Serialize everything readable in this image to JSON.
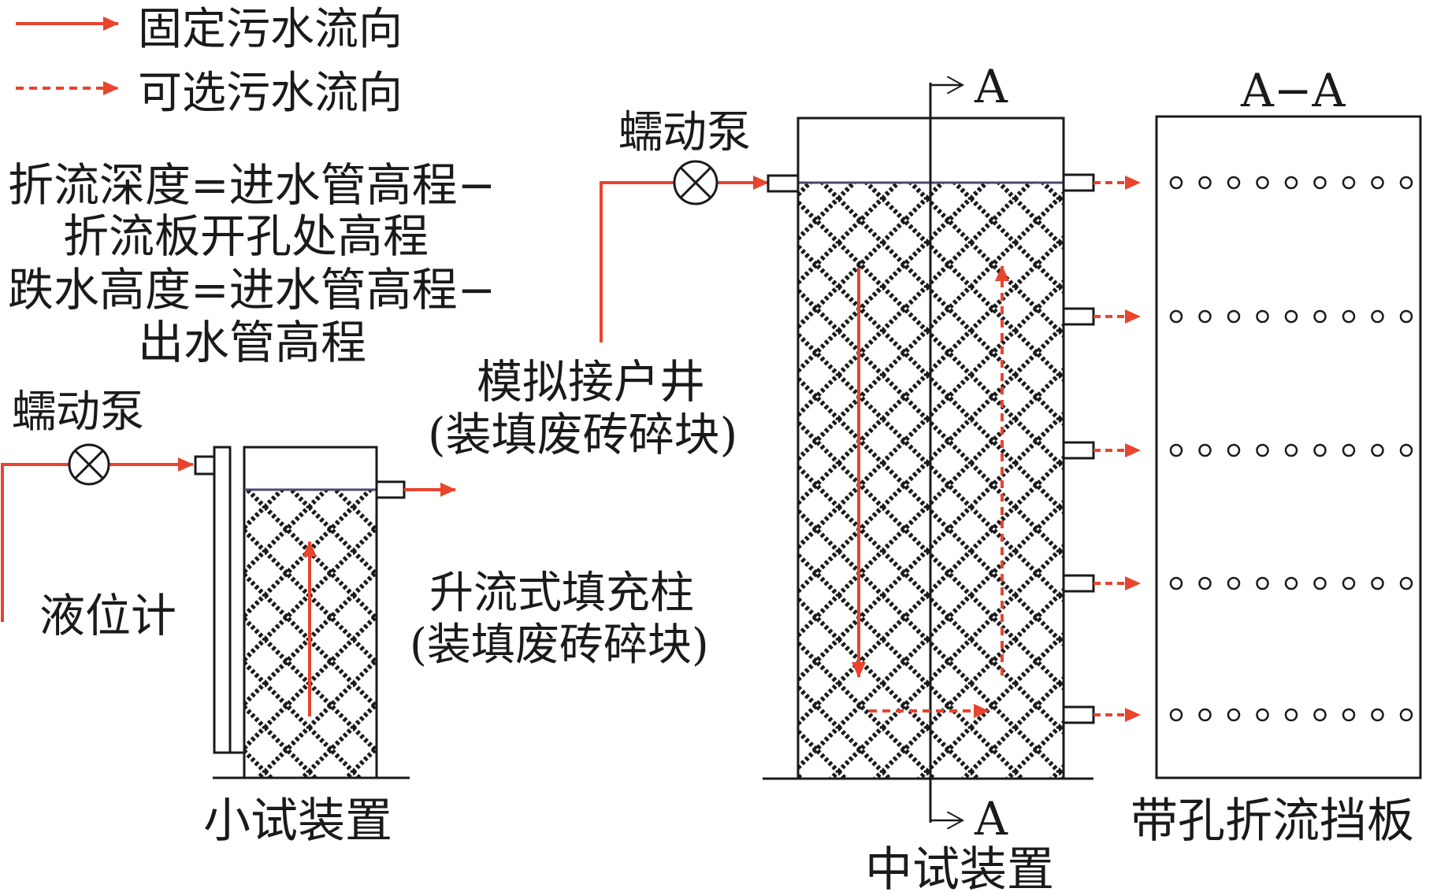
{
  "legend": {
    "fixed_flow": "固定污水流向",
    "optional_flow": "可选污水流向"
  },
  "definitions": {
    "line1": "折流深度=进水管高程−",
    "line2": "折流板开孔处高程",
    "line3": "跌水高度=进水管高程−",
    "line4": "出水管高程"
  },
  "small_test": {
    "pump_label": "蠕动泵",
    "level_gauge_label": "液位计",
    "column_label_line1": "升流式填充柱",
    "column_label_line2": "(装填废砖碎块)",
    "caption": "小试装置"
  },
  "pilot_test": {
    "pump_label": "蠕动泵",
    "well_label_line1": "模拟接户井",
    "well_label_line2": "(装填废砖碎块)",
    "section_mark_top": "A",
    "section_mark_bottom": "A",
    "caption": "中试装置"
  },
  "section_view": {
    "title": "A−A",
    "caption": "带孔折流挡板",
    "holes_per_row": 9,
    "rows": 5
  },
  "colors": {
    "flow_arrow": "#e8442e",
    "line": "#1a1a1a",
    "background": "#ffffff"
  }
}
